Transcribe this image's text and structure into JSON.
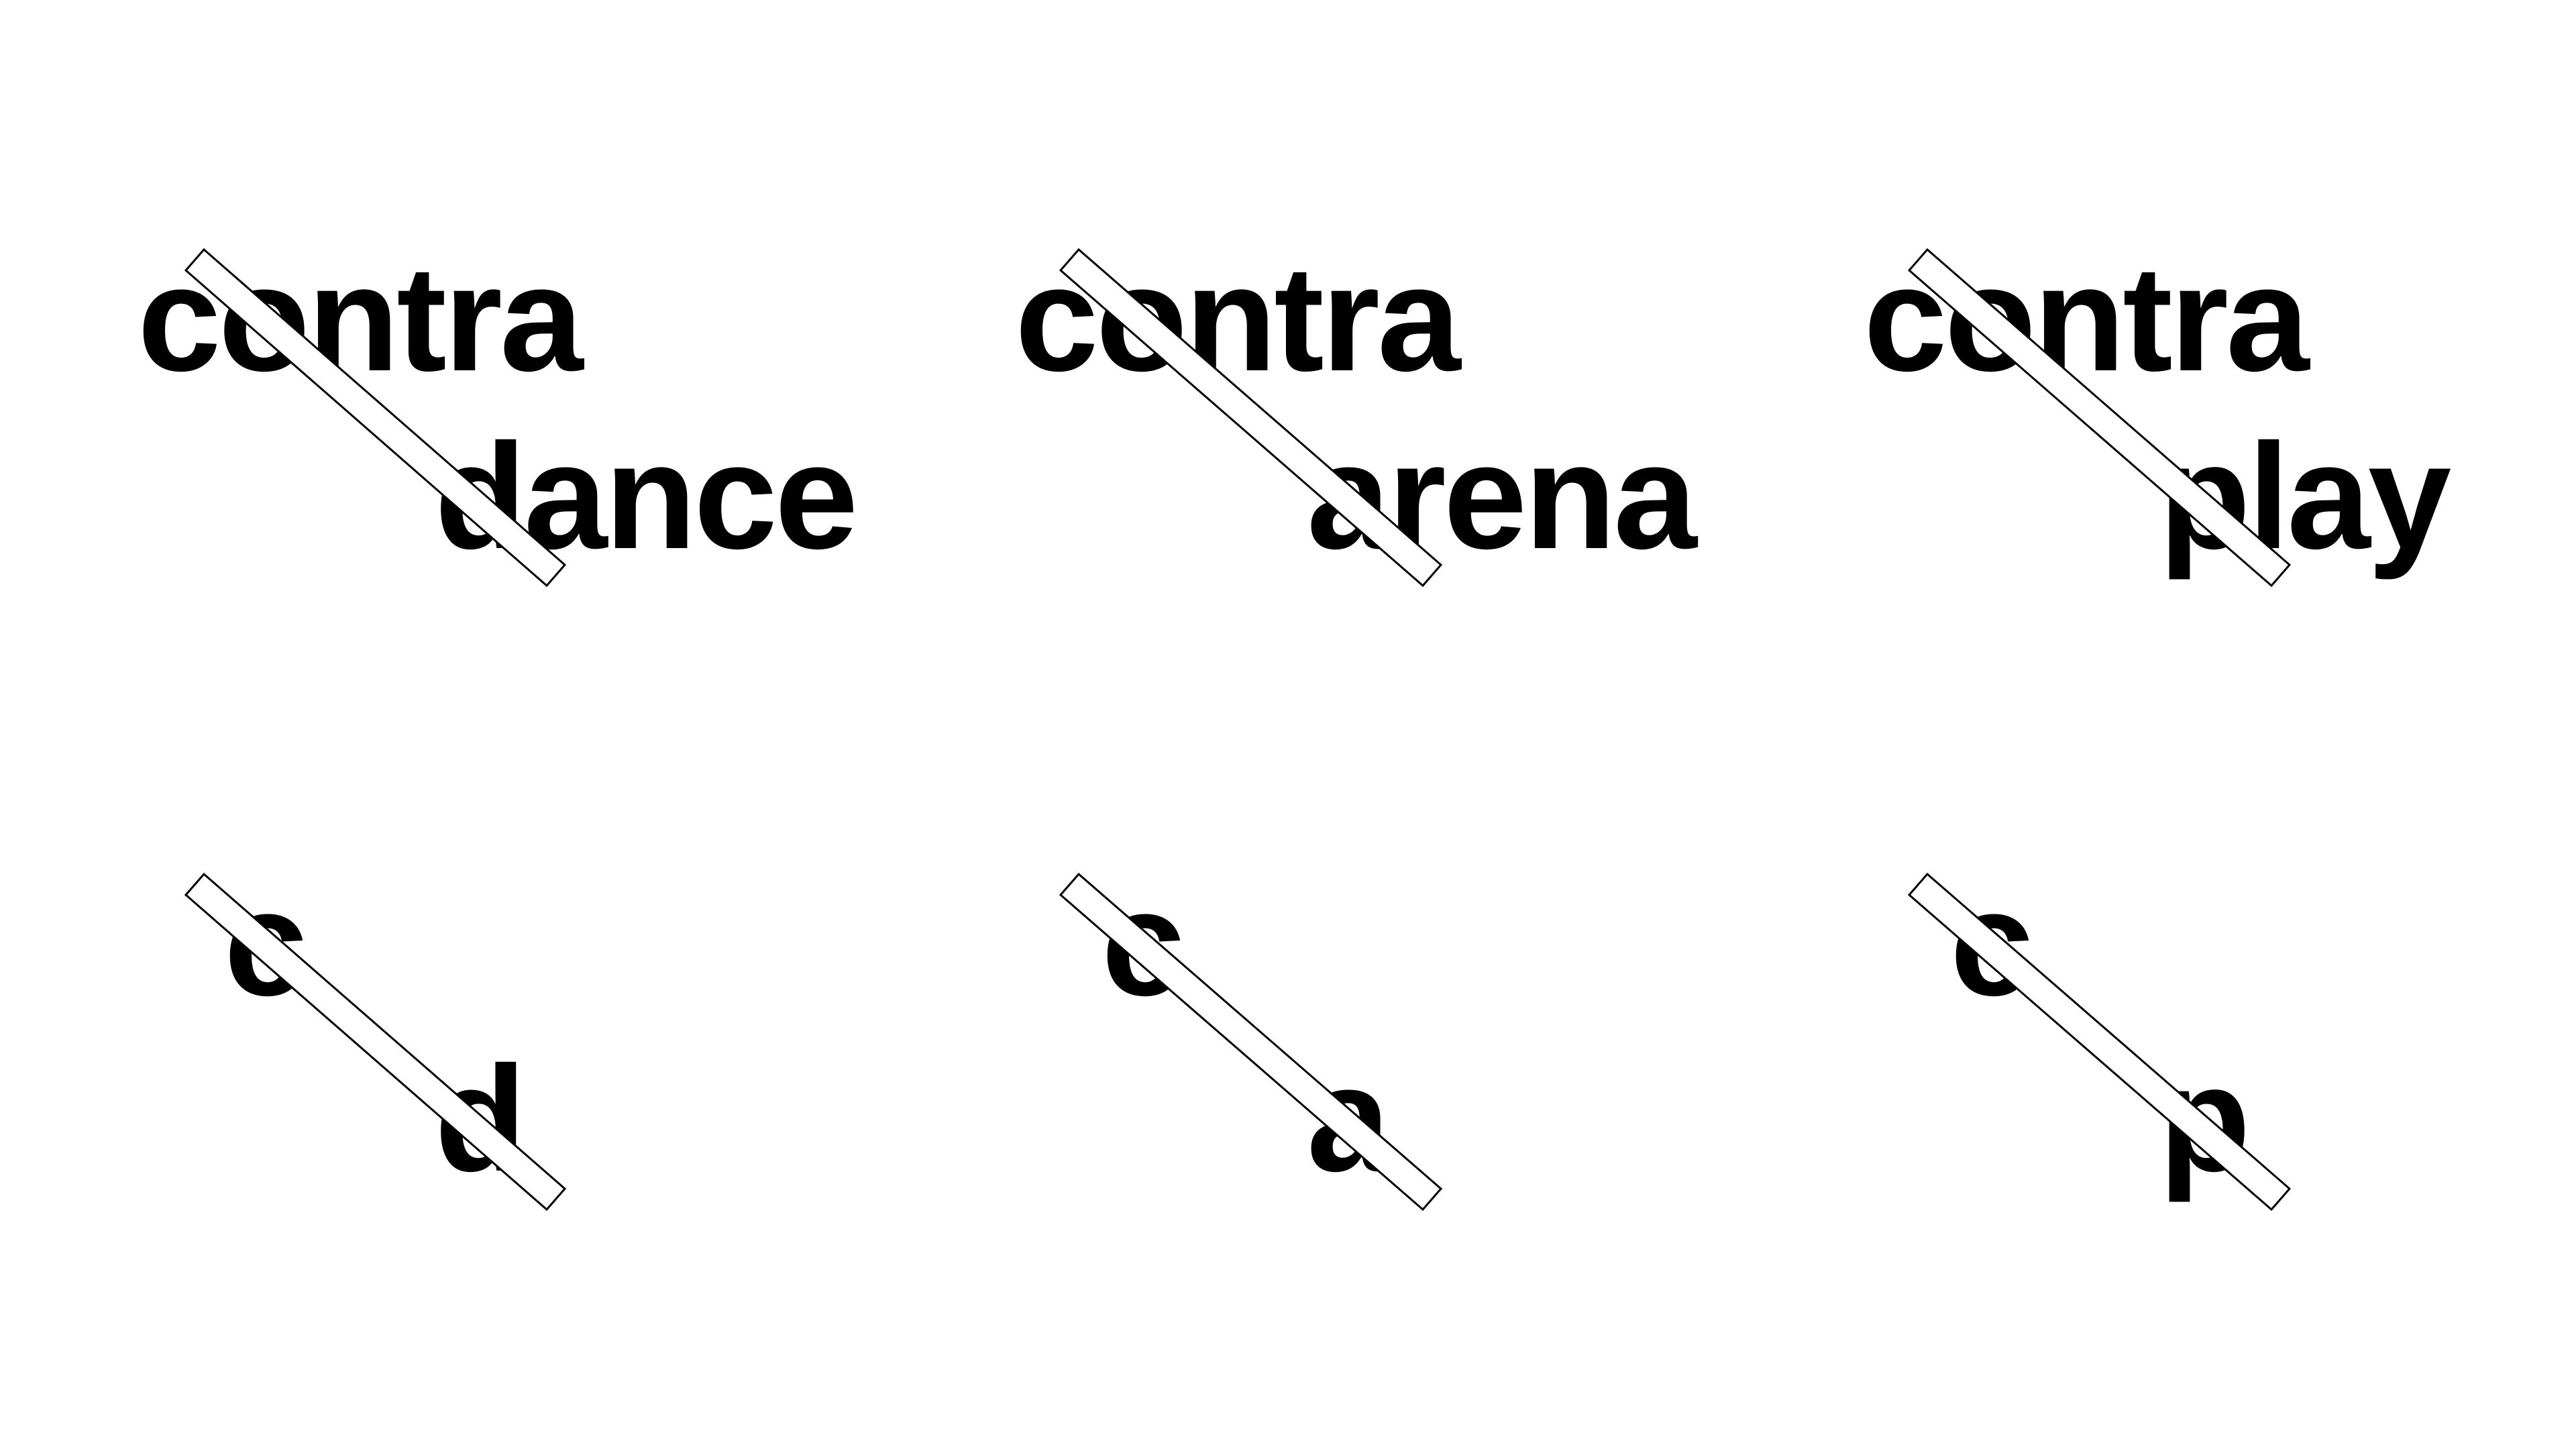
{
  "panels": [
    {
      "top": "contra",
      "bottom": "dance"
    },
    {
      "top": "contra",
      "bottom": "arena"
    },
    {
      "top": "contra",
      "bottom": "play"
    },
    {
      "top": "c",
      "bottom": "d"
    },
    {
      "top": "c",
      "bottom": "a"
    },
    {
      "top": "c",
      "bottom": "p"
    }
  ],
  "colors": {
    "text": "#000000",
    "bar_fill": "#ffffff",
    "bar_stroke": "#000000",
    "background": "#ffffff"
  }
}
